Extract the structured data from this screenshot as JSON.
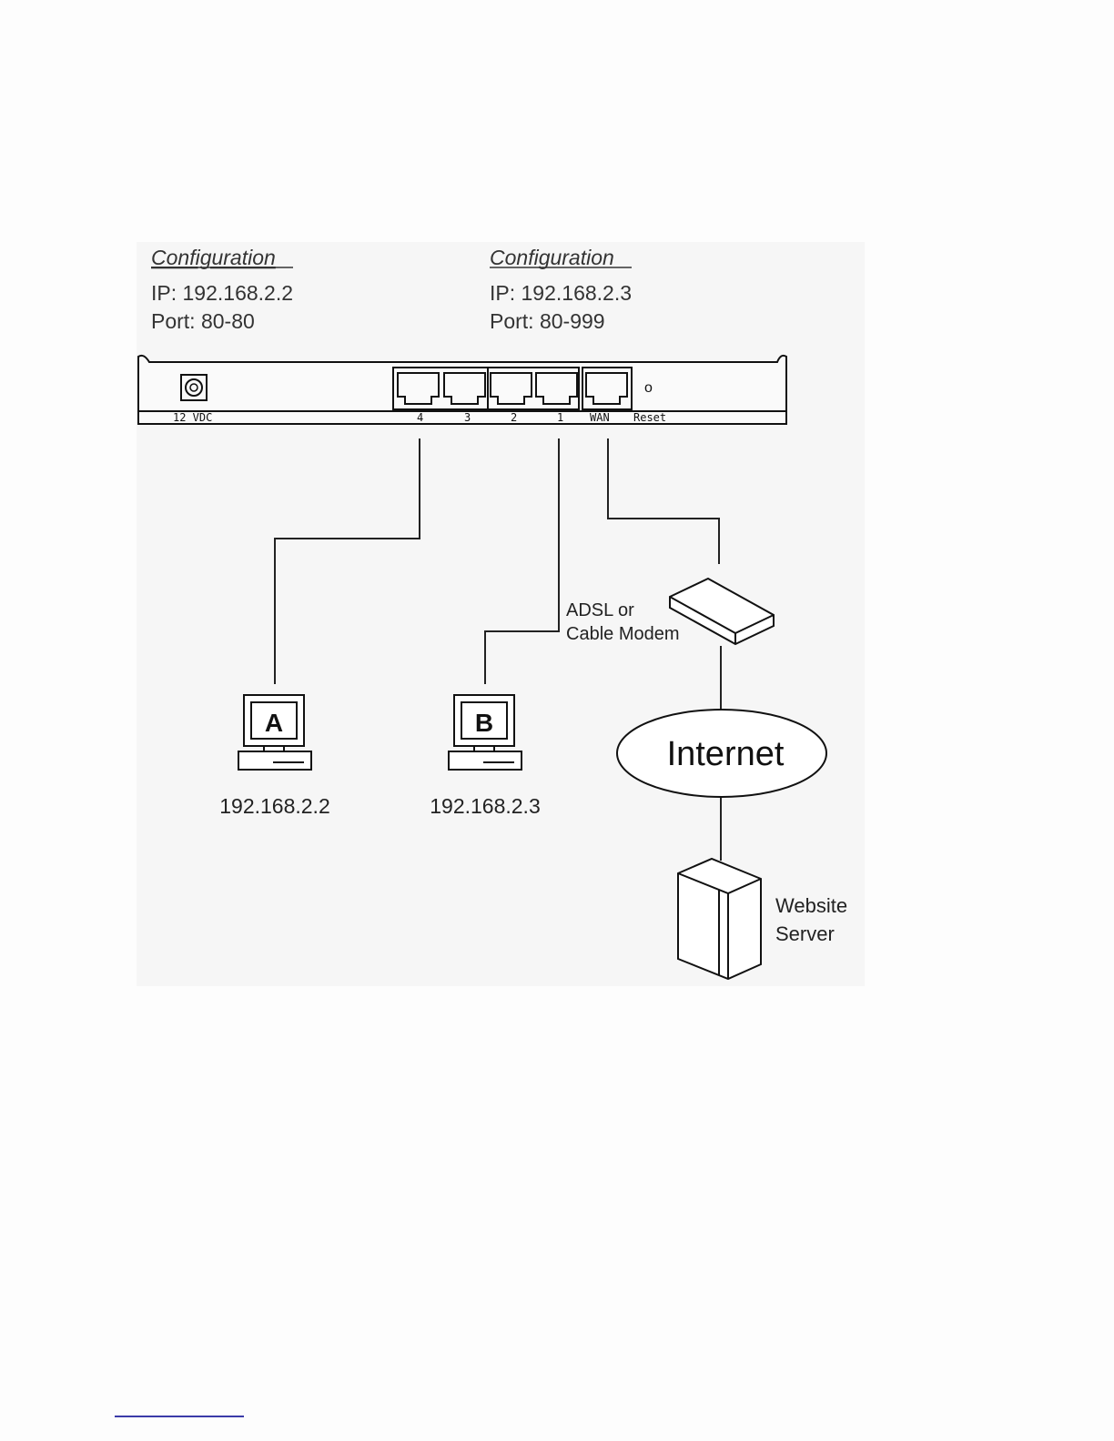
{
  "config_left": {
    "heading": "Configuration",
    "ip_line": "IP: 192.168.2.2",
    "port_line": "Port: 80-80"
  },
  "config_right": {
    "heading": "Configuration",
    "ip_line": "IP: 192.168.2.3",
    "port_line": "Port: 80-999"
  },
  "router": {
    "power_label": "12 VDC",
    "port_labels": [
      "4",
      "3",
      "2",
      "1"
    ],
    "wan_label": "WAN",
    "reset_label": "Reset",
    "reset_mark": "o"
  },
  "computers": [
    {
      "letter": "A",
      "ip": "192.168.2.2"
    },
    {
      "letter": "B",
      "ip": "192.168.2.3"
    }
  ],
  "modem": {
    "label_line1": "ADSL or",
    "label_line2": "Cable Modem"
  },
  "internet": {
    "label": "Internet"
  },
  "server": {
    "label_line1": "Website",
    "label_line2": "Server"
  }
}
